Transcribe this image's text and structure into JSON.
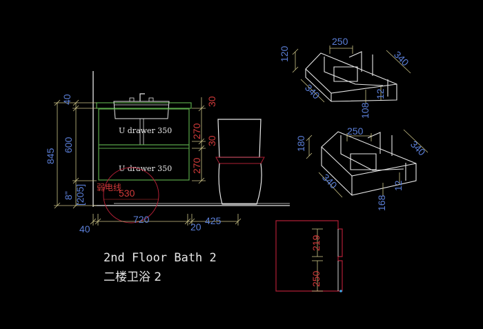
{
  "colors": {
    "dim_text": "#5b7fd8",
    "dim_red": "#d23a3a",
    "dim_line": "#cfc78a",
    "cabinet": "#5aa84a",
    "geometry": "#e8e8e8",
    "hidden": "#b01f35"
  },
  "elevation": {
    "dims": {
      "d40_top": "40",
      "d845": "845",
      "d600": "600",
      "d8": "8\"",
      "d205": "[205]",
      "d30_a": "30",
      "d270_a": "270",
      "d30_b": "30",
      "d270_b": "270",
      "d720": "720",
      "d40_bottom": "40",
      "d20": "20",
      "d425": "425",
      "d530": "530"
    },
    "drawer_top": "U drawer 350",
    "drawer_bottom": "U drawer 350",
    "weak_current": "弱电线"
  },
  "tray_upper": {
    "d250": "250",
    "d120": "120",
    "d340_left": "340",
    "d340_right": "340",
    "d12": "12",
    "d108": "108"
  },
  "tray_lower": {
    "d250": "250",
    "d180": "180",
    "d340_left": "340",
    "d340_right": "340",
    "d12": "12",
    "d168": "168"
  },
  "side_view": {
    "d219": "219",
    "d250": "250"
  },
  "title": {
    "english": "2nd Floor Bath 2",
    "chinese": "二楼卫浴 2"
  }
}
